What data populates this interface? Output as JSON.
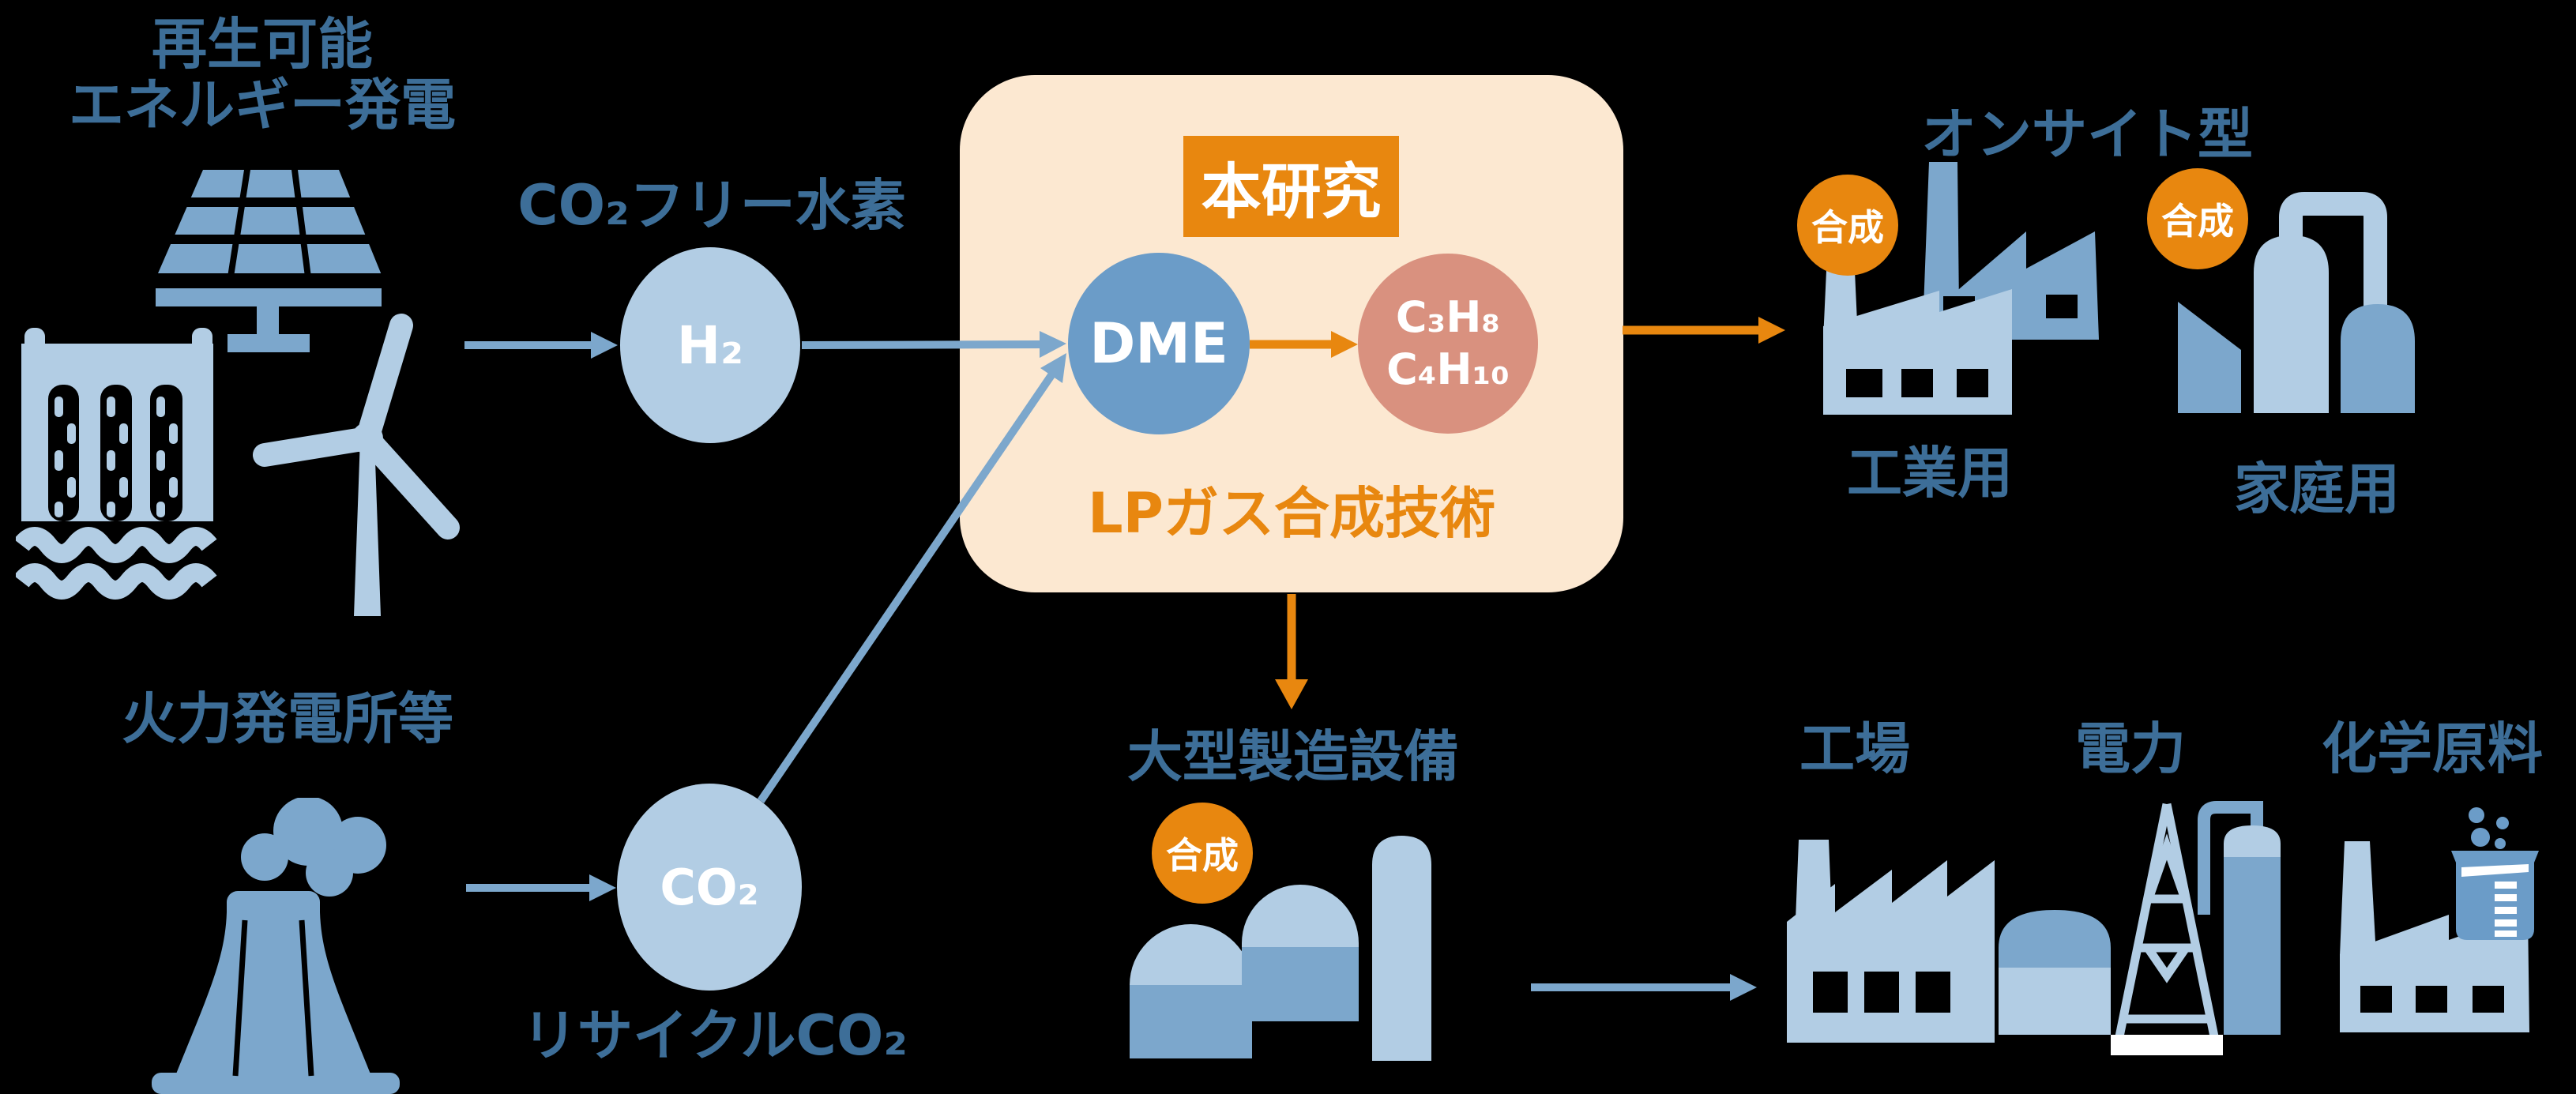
{
  "colors": {
    "background": "#000000",
    "text_blue": "#3d6e98",
    "light_blue": "#b2cde4",
    "medium_blue": "#7ca7cc",
    "steel_blue": "#6b9cc8",
    "salmon": "#d9917f",
    "orange": "#e8870f",
    "peach_box": "#fce8d1",
    "white": "#ffffff"
  },
  "sources": {
    "renewable_title_line1": "再生可能",
    "renewable_title_line2": "エネルギー発電",
    "hydrogen_label": "CO₂フリー水素",
    "h2_node": "H₂",
    "thermal_title": "火力発電所等",
    "co2_node": "CO₂",
    "recycled_co2_label": "リサイクルCO₂"
  },
  "research": {
    "badge": "本研究",
    "dme_node": "DME",
    "product_line1": "C₃H₈",
    "product_line2": "C₄H₁₀",
    "caption": "LPガス合成技術"
  },
  "onsite": {
    "title": "オンサイト型",
    "synthesis_badge": "合成",
    "industrial_label": "工業用",
    "household_label": "家庭用"
  },
  "largescale": {
    "title": "大型製造設備",
    "synthesis_badge": "合成",
    "factory_label": "工場",
    "power_label": "電力",
    "chemical_label": "化学原料"
  }
}
